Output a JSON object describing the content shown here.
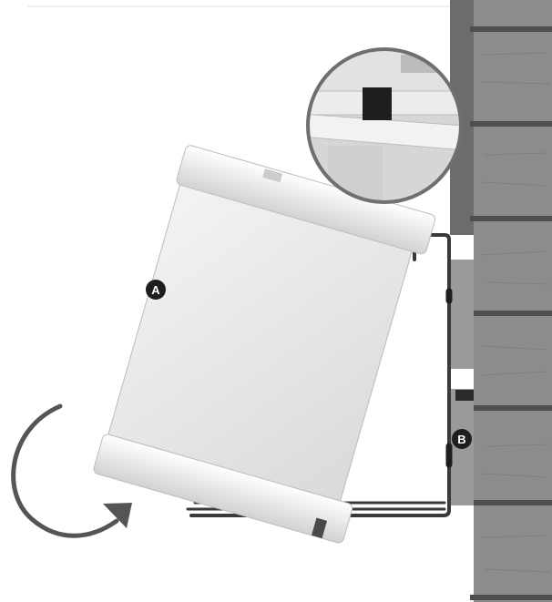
{
  "diagram": {
    "callouts": [
      {
        "id": "A",
        "label": "A"
      },
      {
        "id": "B",
        "label": "B"
      }
    ],
    "colors": {
      "siding": "#8f8f8f",
      "siding_dark": "#5b5b5b",
      "box_face": "#ececec",
      "box_rim": "#f6f6f6",
      "bracket": "#3a3a3a",
      "arrow": "#555555",
      "callout_bg": "#1e1e1e"
    },
    "icons": [
      "rotate-arrow-icon",
      "magnifier-detail-circle"
    ]
  }
}
